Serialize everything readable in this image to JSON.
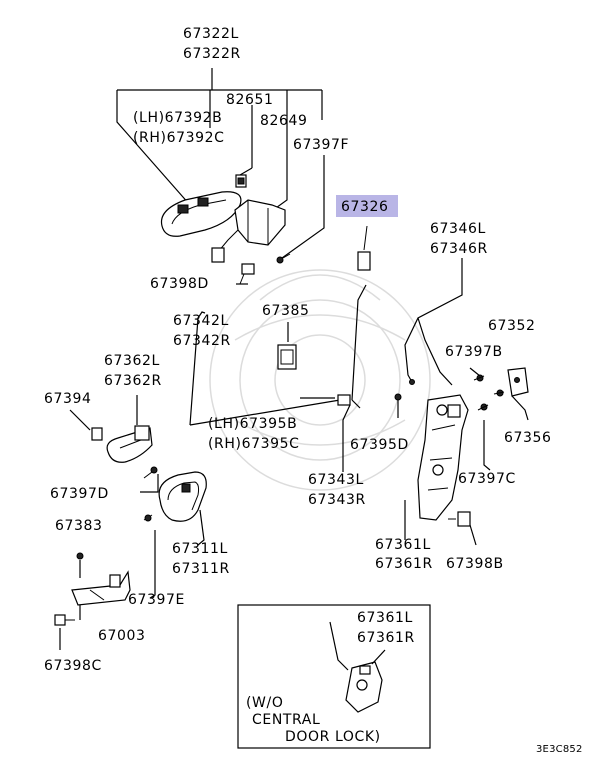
{
  "diagram": {
    "highlight_color": "#b9b5e6",
    "labels": {
      "p67322L": "67322L",
      "p67322R": "67322R",
      "p82651": "82651",
      "lh67392B": "(LH)67392B",
      "p82649": "82649",
      "rh67392C": "(RH)67392C",
      "p67397F": "67397F",
      "p67326": "67326",
      "p67398D": "67398D",
      "p67346L": "67346L",
      "p67346R": "67346R",
      "p67385": "67385",
      "p67342L": "67342L",
      "p67342R": "67342R",
      "p67352": "67352",
      "p67362L": "67362L",
      "p67362R": "67362R",
      "p67397B": "67397B",
      "p67394": "67394",
      "lh67395B": "(LH)67395B",
      "rh67395C": "(RH)67395C",
      "p67395D": "67395D",
      "p67356": "67356",
      "p67343L": "67343L",
      "p67343R": "67343R",
      "p67397C": "67397C",
      "p67397D": "67397D",
      "p67383": "67383",
      "p67311L": "67311L",
      "p67311R": "67311R",
      "p67361L": "67361L",
      "p67361R": "67361R",
      "p67398B": "67398B",
      "p67397E": "67397E",
      "p67003": "67003",
      "inset67361L": "67361L",
      "inset67361R": "67361R",
      "p67398C": "67398C",
      "inset_note_1": "(W/O",
      "inset_note_2": "CENTRAL",
      "inset_note_3": "DOOR LOCK)",
      "diagram_code": "3E3C852"
    }
  }
}
